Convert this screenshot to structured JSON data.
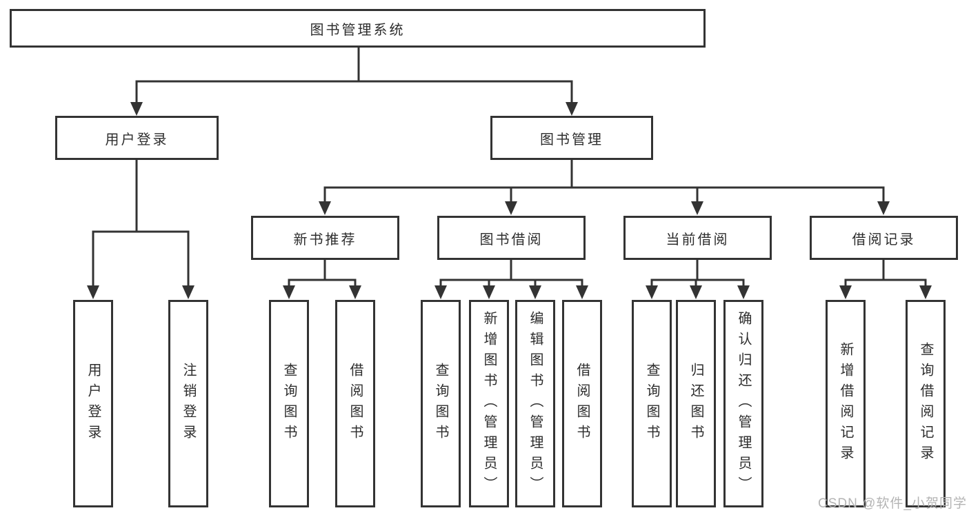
{
  "tree": {
    "root": {
      "label": "图书管理系统"
    },
    "branches": [
      {
        "label": "用户登录",
        "children": [
          {
            "label": "用户登录"
          },
          {
            "label": "注销登录"
          }
        ]
      },
      {
        "label": "图书管理",
        "children": [
          {
            "label": "新书推荐",
            "children": [
              {
                "label": "查询图书"
              },
              {
                "label": "借阅图书"
              }
            ]
          },
          {
            "label": "图书借阅",
            "children": [
              {
                "label": "查询图书"
              },
              {
                "label": "新增图书（管理员）"
              },
              {
                "label": "编辑图书（管理员）"
              },
              {
                "label": "借阅图书"
              }
            ]
          },
          {
            "label": "当前借阅",
            "children": [
              {
                "label": "查询图书"
              },
              {
                "label": "归还图书"
              },
              {
                "label": "确认归还（管理员）"
              }
            ]
          },
          {
            "label": "借阅记录",
            "children": [
              {
                "label": "新增借阅记录"
              },
              {
                "label": "查询借阅记录"
              }
            ]
          }
        ]
      }
    ]
  },
  "watermark": {
    "text": "CSDN @软件_小贺同学",
    "color": "#b4b4b4"
  },
  "colors": {
    "line": "#333333",
    "box_border": "#333333",
    "text": "#2d2d2d",
    "background": "#ffffff"
  }
}
